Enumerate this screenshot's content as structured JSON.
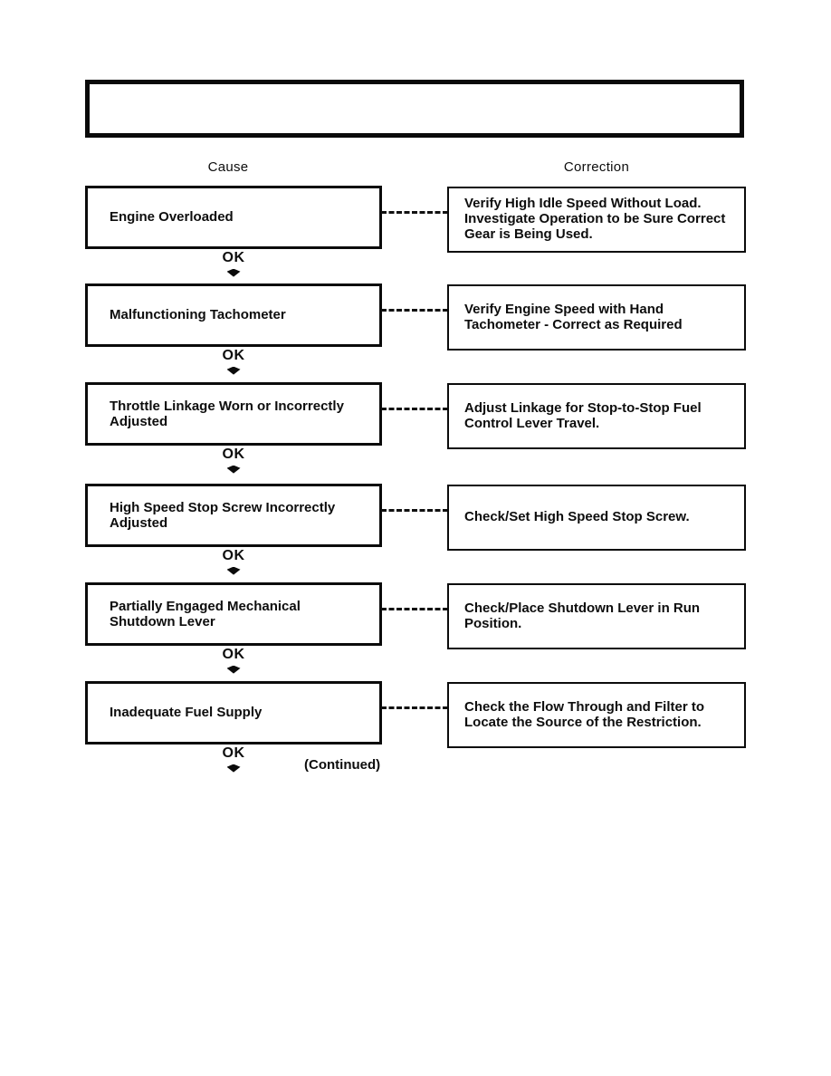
{
  "title_box": "",
  "columns": {
    "cause": "Cause",
    "correction": "Correction"
  },
  "labels": {
    "ok": "OK",
    "continued": "(Continued)"
  },
  "rows": [
    {
      "cause": "Engine Overloaded",
      "correction": "Verify High Idle Speed Without Load.\nInvestigate Operation to be Sure Correct\nGear is Being Used."
    },
    {
      "cause": "Malfunctioning Tachometer",
      "correction": "Verify Engine Speed with Hand\nTachometer - Correct as Required"
    },
    {
      "cause": "Throttle Linkage Worn or Incorrectly\nAdjusted",
      "correction": "Adjust Linkage for Stop-to-Stop Fuel\nControl Lever Travel."
    },
    {
      "cause": "High Speed Stop Screw Incorrectly\nAdjusted",
      "correction": "Check/Set High Speed Stop Screw."
    },
    {
      "cause": "Partially Engaged Mechanical\nShutdown Lever",
      "correction": "Check/Place Shutdown Lever in Run\nPosition."
    },
    {
      "cause": "Inadequate Fuel Supply",
      "correction": "Check the Flow Through and Filter to\nLocate the Source of the Restriction."
    }
  ],
  "colors": {
    "ink": "#0d0d0d",
    "paper": "#ffffff"
  }
}
